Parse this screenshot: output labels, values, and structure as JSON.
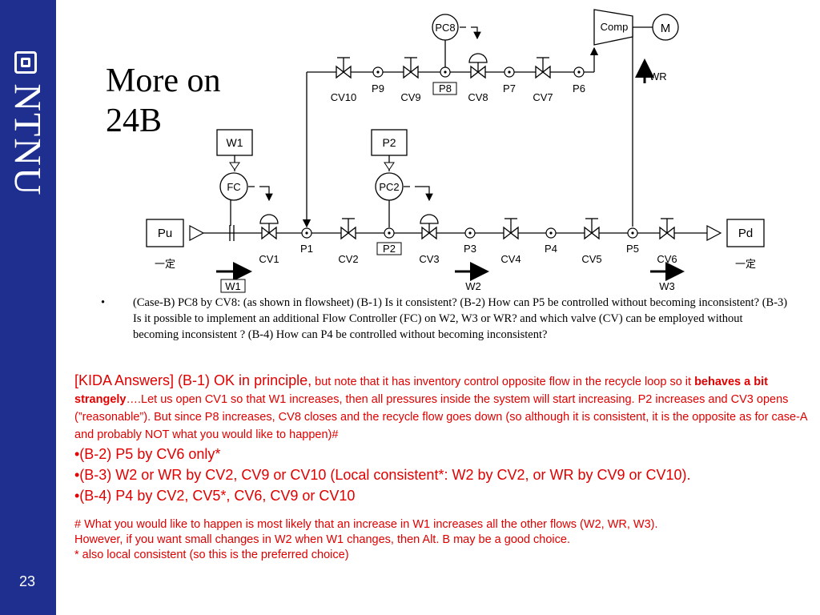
{
  "sidebar": {
    "logo_text": "NTNU",
    "slide_number": "23",
    "color": "#1f2f8f"
  },
  "title": {
    "line1": "More on",
    "line2": "24B"
  },
  "diagram": {
    "pc8": "PC8",
    "comp": "Comp",
    "motor": "M",
    "wr": "WR",
    "top_pressures": [
      "P9",
      "P8",
      "P7",
      "P6"
    ],
    "top_valves": [
      "CV10",
      "CV9",
      "CV8",
      "CV7"
    ],
    "w1_box": "W1",
    "p2_box": "P2",
    "fc": "FC",
    "pc2": "PC2",
    "pu": "Pu",
    "pd": "Pd",
    "const": "一定",
    "bottom_pressures": [
      "P1",
      "P2",
      "P3",
      "P4",
      "P5"
    ],
    "bottom_valves": [
      "CV1",
      "CV2",
      "CV3",
      "CV4",
      "CV5",
      "CV6"
    ],
    "flows": [
      "W1",
      "W2",
      "W3"
    ]
  },
  "question": {
    "bullet": "•",
    "text": "(Case-B) PC8 by CV8: (as shown in flowsheet) (B-1) Is it consistent? (B-2) How can P5 be controlled without becoming inconsistent? (B-3) Is it possible to implement an additional Flow Controller (FC) on W2, W3 or WR? and which valve (CV) can be employed without becoming inconsistent ? (B-4) How can P4 be controlled without becoming inconsistent?"
  },
  "answers": {
    "intro_big": "[KIDA Answers] (B-1) OK in principle,",
    "intro_small": " but note that it has inventory control opposite flow in the recycle loop so it ",
    "intro_bold": "behaves a bit strangely",
    "intro_rest": "….Let us open CV1 so that W1 increases, then all pressures inside the system will start increasing. P2 increases and CV3 opens (”reasonable”). But since P8 increases, CV8 closes and the recycle flow goes down (so although it is consistent, it is the opposite as for case-A and probably NOT what you would like to happen)#",
    "b2": "•(B-2) P5 by CV6 only*",
    "b3": "•(B-3) W2 or WR by CV2, CV9 or CV10 (Local consistent*: W2 by CV2, or WR by CV9 or CV10).",
    "b4": "•(B-4) P4 by CV2, CV5*, CV6, CV9 or CV10",
    "note1": "# What you would like to happen is most likely that an increase in W1 increases all the other flows (W2, WR, W3).",
    "note2": "However, if you want small changes in W2 when W1 changes, then Alt. B may be a good choice.",
    "note3": "* also local consistent (so this is the preferred choice)"
  },
  "colors": {
    "answer_red": "#e00000",
    "sidebar_blue": "#1f2f8f"
  }
}
